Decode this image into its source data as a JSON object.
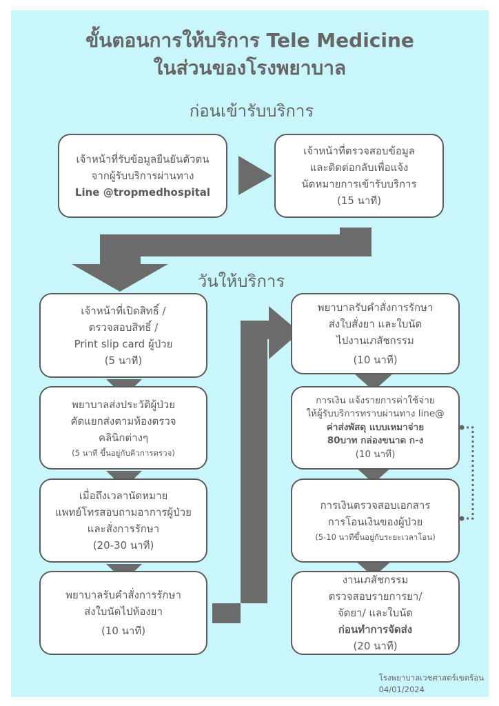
{
  "title": {
    "line1": "ขั้นตอนการให้บริการ Tele Medicine",
    "line2": "ในส่วนของโรงพยาบาล"
  },
  "sections": {
    "before": "ก่อนเข้ารับบริการ",
    "service_day": "วันให้บริการ"
  },
  "steps": {
    "s1": {
      "lines": [
        "เจ้าหน้าที่รับข้อมูลยืนยันตัวตน",
        "จากผู้รับบริการผ่านทาง"
      ],
      "bold": "Line @tropmedhospital"
    },
    "s2": {
      "lines": [
        "เจ้าหน้าที่ตรวจสอบข้อมูล",
        "และติดต่อกลับเพื่อแจ้ง",
        "นัดหมายการเข้ารับบริการ",
        "(15 นาที)"
      ]
    },
    "s3": {
      "lines": [
        "เจ้าหน้าที่เปิดสิทธิ์ /",
        "ตรวจสอบสิทธิ์ /",
        "Print slip card ผู้ป่วย",
        "(5 นาที)"
      ]
    },
    "s4": {
      "lines": [
        "พยาบาลส่งประวัติผู้ป่วย",
        "คัดแยกส่งตามห้องตรวจ",
        "คลินิกต่างๆ"
      ],
      "note": "(5 นาที ขึ้นอยู่กับคิวการตรวจ)"
    },
    "s5": {
      "lines": [
        "เมื่อถึงเวลานัดหมาย",
        "แพทย์โทรสอบถามอาการผู้ป่วย",
        "และสั่งการรักษา",
        "(20-30 นาที)"
      ]
    },
    "s6": {
      "lines": [
        "พยาบาลรับคำสั่งการรักษา",
        "ส่งใบนัดไปห้องยา",
        "(10 นาที)"
      ]
    },
    "s7": {
      "lines": [
        "พยาบาลรับคำสั่งการรักษา",
        "ส่งใบสั่งยา และใบนัด",
        "ไปงานเภสัชกรรม",
        "(10 นาที)"
      ]
    },
    "s8": {
      "lines": [
        "การเงิน แจ้งรายการค่าใช้จ่าย",
        "ให้ผู้รับบริการทราบผ่านทาง line@"
      ],
      "bold1": "ค่าส่งพัสดุ แบบเหมาจ่าย",
      "bold2": "80บาท กล่องขนาด ก-ง",
      "time": "(10 นาที)"
    },
    "s9": {
      "lines": [
        "การเงินตรวจสอบเอกสาร",
        "การโอนเงินของผู้ป่วย"
      ],
      "note": "(5-10 นาทีขึ้นอยู่กับระยะเวลาโอน)"
    },
    "s10": {
      "lines": [
        "งานเภสัชกรรม",
        "ตรวจสอบรายการยา/",
        "จัดยา/ และใบนัด"
      ],
      "bold": "ก่อนทำการจัดส่ง",
      "time": "(20 นาที)"
    }
  },
  "footer": {
    "org": "โรงพยาบาลเวชศาสตร์เขตร้อน",
    "date": "04/01/2024"
  },
  "colors": {
    "background": "#c9f6fb",
    "arrow": "#6b6b6b",
    "box_border": "#5b5b5b",
    "text": "#5a5a5a"
  }
}
